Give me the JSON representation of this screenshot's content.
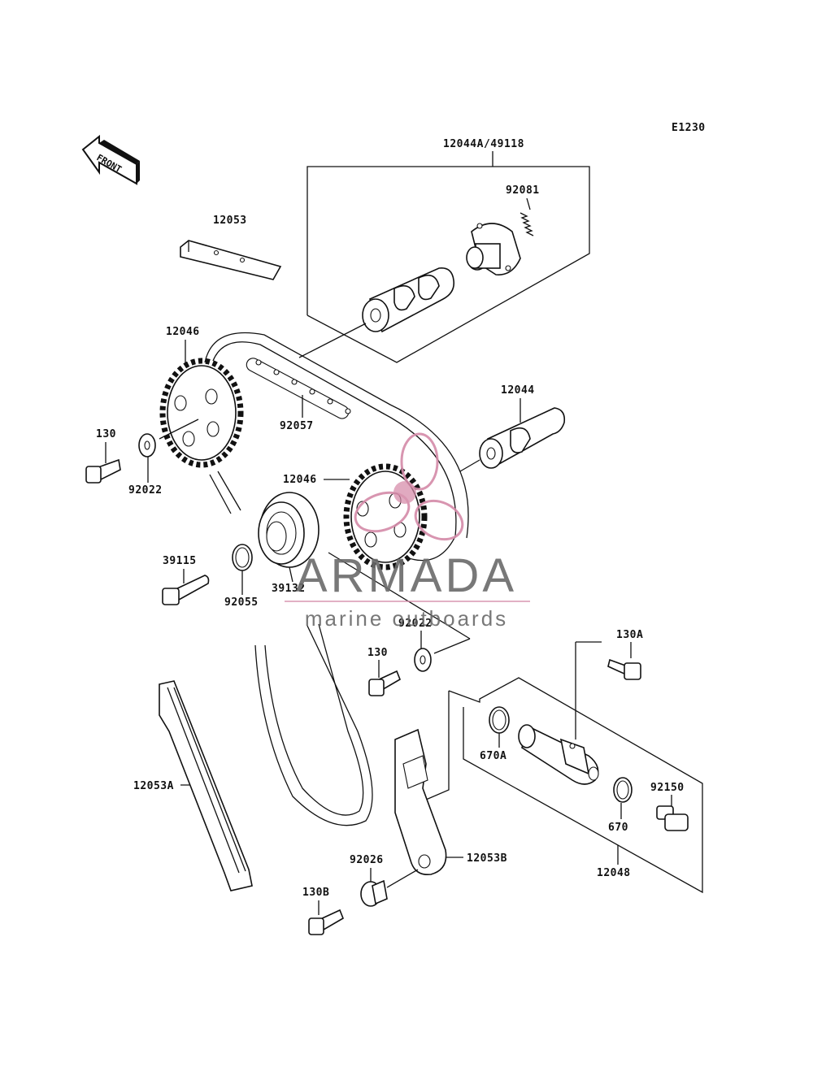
{
  "diagram_code": "E1230",
  "front_label": "FRONT",
  "labels": {
    "camshaft_set": "12044A/49118",
    "spring_92081": "92081",
    "guide_12053": "12053",
    "sprocket_upper": "12046",
    "chain": "92057",
    "camshaft_12044": "12044",
    "bolt_130_left": "130",
    "washer_92022_left": "92022",
    "sprocket_lower": "12046",
    "pulley_bolt": "39115",
    "oring_92055": "92055",
    "pulley": "39132",
    "washer_92022_right": "92022",
    "bolt_130_mid": "130",
    "bolt_130A": "130A",
    "oring_670A": "670A",
    "bolt_92150": "92150",
    "oring_670": "670",
    "tensioner": "12048",
    "guide_12053A": "12053A",
    "guide_12053B": "12053B",
    "collar_92026": "92026",
    "bolt_130B": "130B"
  },
  "watermark": {
    "brand": "ARMADA",
    "tagline": "marine outboards",
    "color": "#d48aa8"
  }
}
